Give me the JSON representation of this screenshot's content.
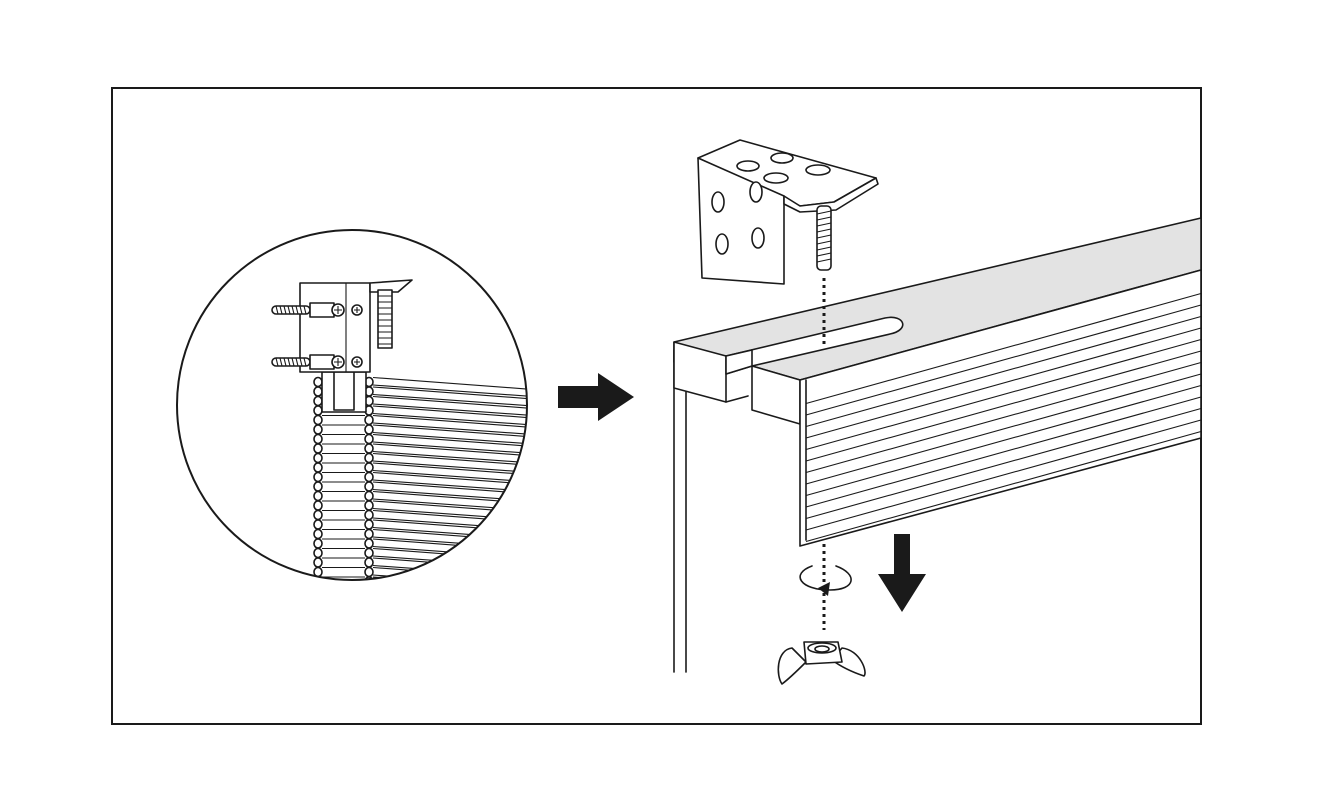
{
  "diagram": {
    "kind": "installation-instruction",
    "colors": {
      "line": "#1a1a1a",
      "fill": "#ffffff",
      "headrail_top": "#e3e3e3",
      "arrow": "#1a1a1a"
    },
    "parts": {
      "detail_view": "magnified-circle",
      "bracket": "l-shaped-mounting-bracket",
      "bolt": "threaded-bolt",
      "nut": "wing-nut",
      "rotation": "rotate-nut",
      "flow_arrow": "arrow-right",
      "action_arrow": "arrow-down"
    },
    "icons": [
      "screw-icon",
      "wing-nut-icon",
      "rotate-arrow-icon"
    ]
  }
}
